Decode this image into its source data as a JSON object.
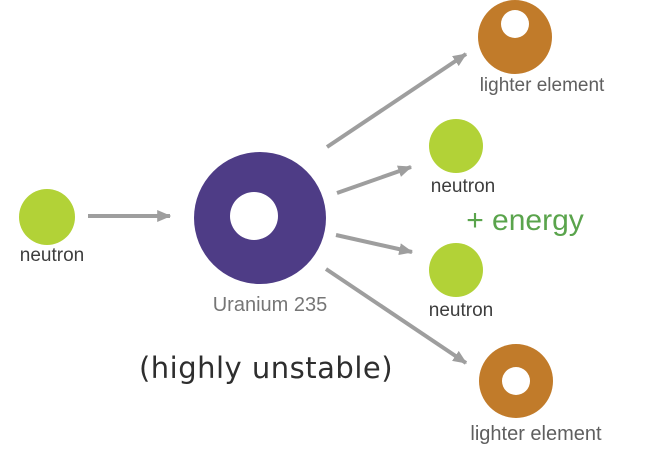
{
  "diagram": {
    "reactant": {
      "neutron_label": "neutron"
    },
    "nucleus": {
      "label": "Uranium 235",
      "note": "(highly unstable)"
    },
    "products": {
      "fragment_top_label": "lighter element",
      "neutron_top_label": "neutron",
      "energy_label": "+ energy",
      "neutron_bottom_label": "neutron",
      "fragment_bottom_label": "lighter element"
    },
    "colors": {
      "neutron_green": "#b2d237",
      "uranium_purple": "#4e3c86",
      "fragment_orange": "#c17b2a",
      "energy_green": "#5aa44c",
      "arrow_gray": "#9e9e9e",
      "label_dark": "#3d3d3d",
      "label_gray": "#6a6a6a"
    }
  }
}
